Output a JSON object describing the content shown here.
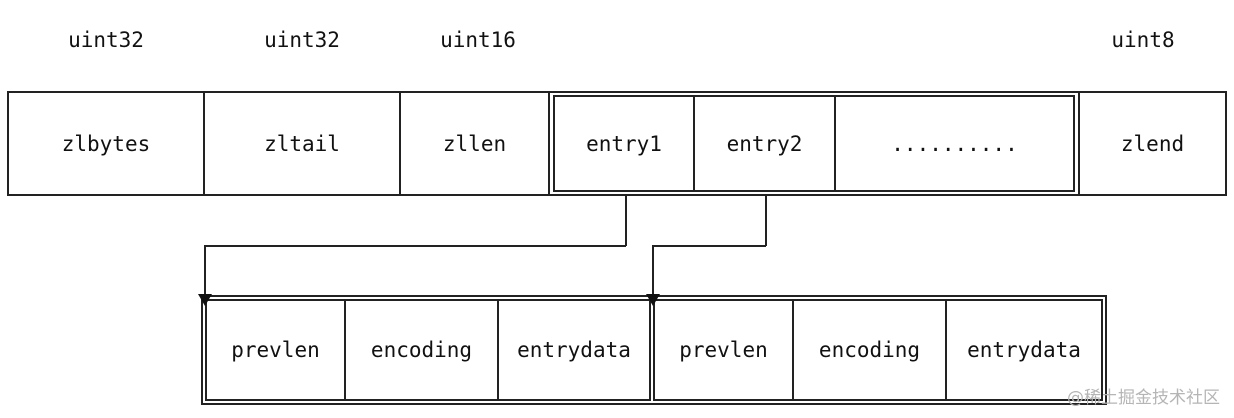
{
  "types": {
    "zlbytes": "uint32",
    "zltail": "uint32",
    "zllen": "uint16",
    "zlend": "uint8"
  },
  "ziplist": {
    "zlbytes": "zlbytes",
    "zltail": "zltail",
    "zllen": "zllen",
    "entry1": "entry1",
    "entry2": "entry2",
    "ellipsis": "..........",
    "zlend": "zlend"
  },
  "entry_fields": {
    "prevlen": "prevlen",
    "encoding": "encoding",
    "entrydata": "entrydata"
  },
  "watermark": "@稀土掘金技术社区"
}
